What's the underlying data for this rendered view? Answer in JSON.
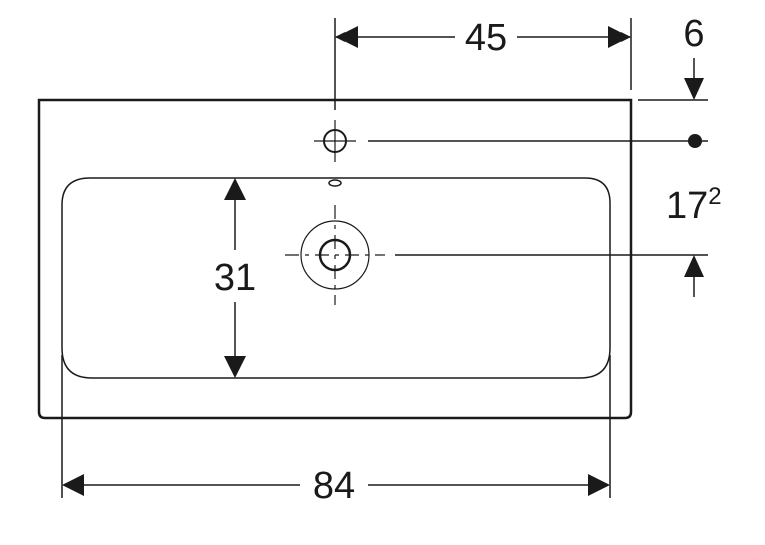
{
  "colors": {
    "ink": "#1a1a1a",
    "background": "#ffffff"
  },
  "dimensions": {
    "overall_width": "84",
    "basin_depth": "31",
    "tap_offset": "45",
    "rim_offset": "6",
    "drain_distance_main": "17",
    "drain_distance_sup": "2"
  }
}
